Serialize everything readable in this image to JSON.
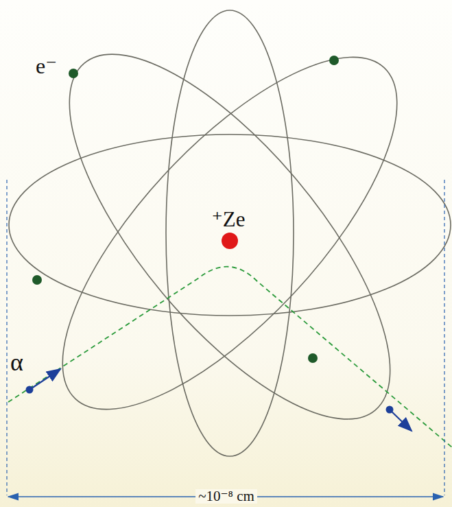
{
  "diagram": {
    "labels": [
      "e⁻",
      "⁺Ze",
      "α",
      "~10⁻⁸ cm"
    ]
  }
}
